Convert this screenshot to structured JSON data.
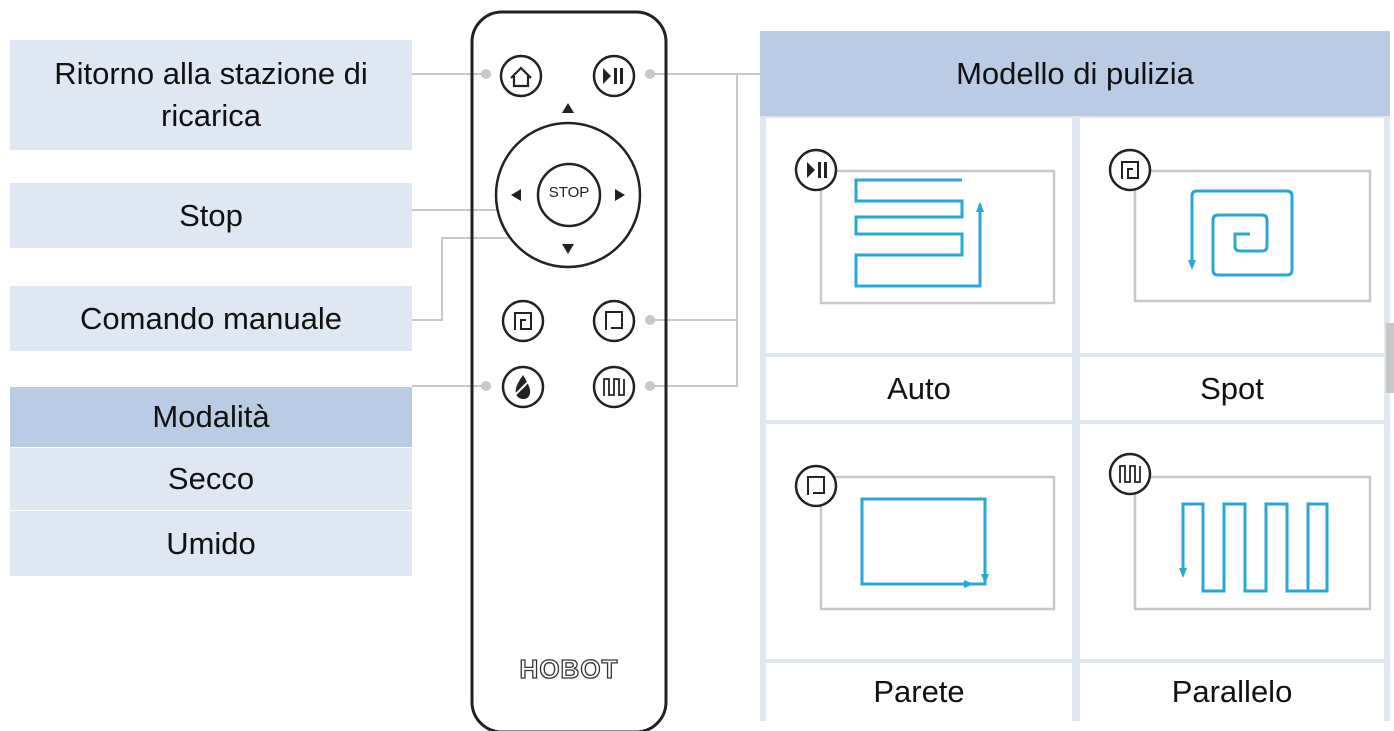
{
  "labels": {
    "home": "Ritorno alla stazione di ricarica",
    "stop": "Stop",
    "manual": "Comando manuale",
    "mode_header": "Modalità",
    "mode_dry": "Secco",
    "mode_wet": "Umido"
  },
  "remote": {
    "stop_button": "STOP",
    "brand": "HOBOT"
  },
  "panel": {
    "title": "Modello di pulizia",
    "modes": [
      {
        "name": "Auto",
        "icon": "play-pause-icon"
      },
      {
        "name": "Spot",
        "icon": "spot-icon"
      },
      {
        "name": "Parete",
        "icon": "wall-icon"
      },
      {
        "name": "Parallelo",
        "icon": "parallel-icon"
      }
    ]
  },
  "colors": {
    "label_bg": "#dfe7f3",
    "header_bg": "#b9cce4",
    "path_blue": "#29a8d6",
    "line_gray": "#c8c8c8"
  }
}
